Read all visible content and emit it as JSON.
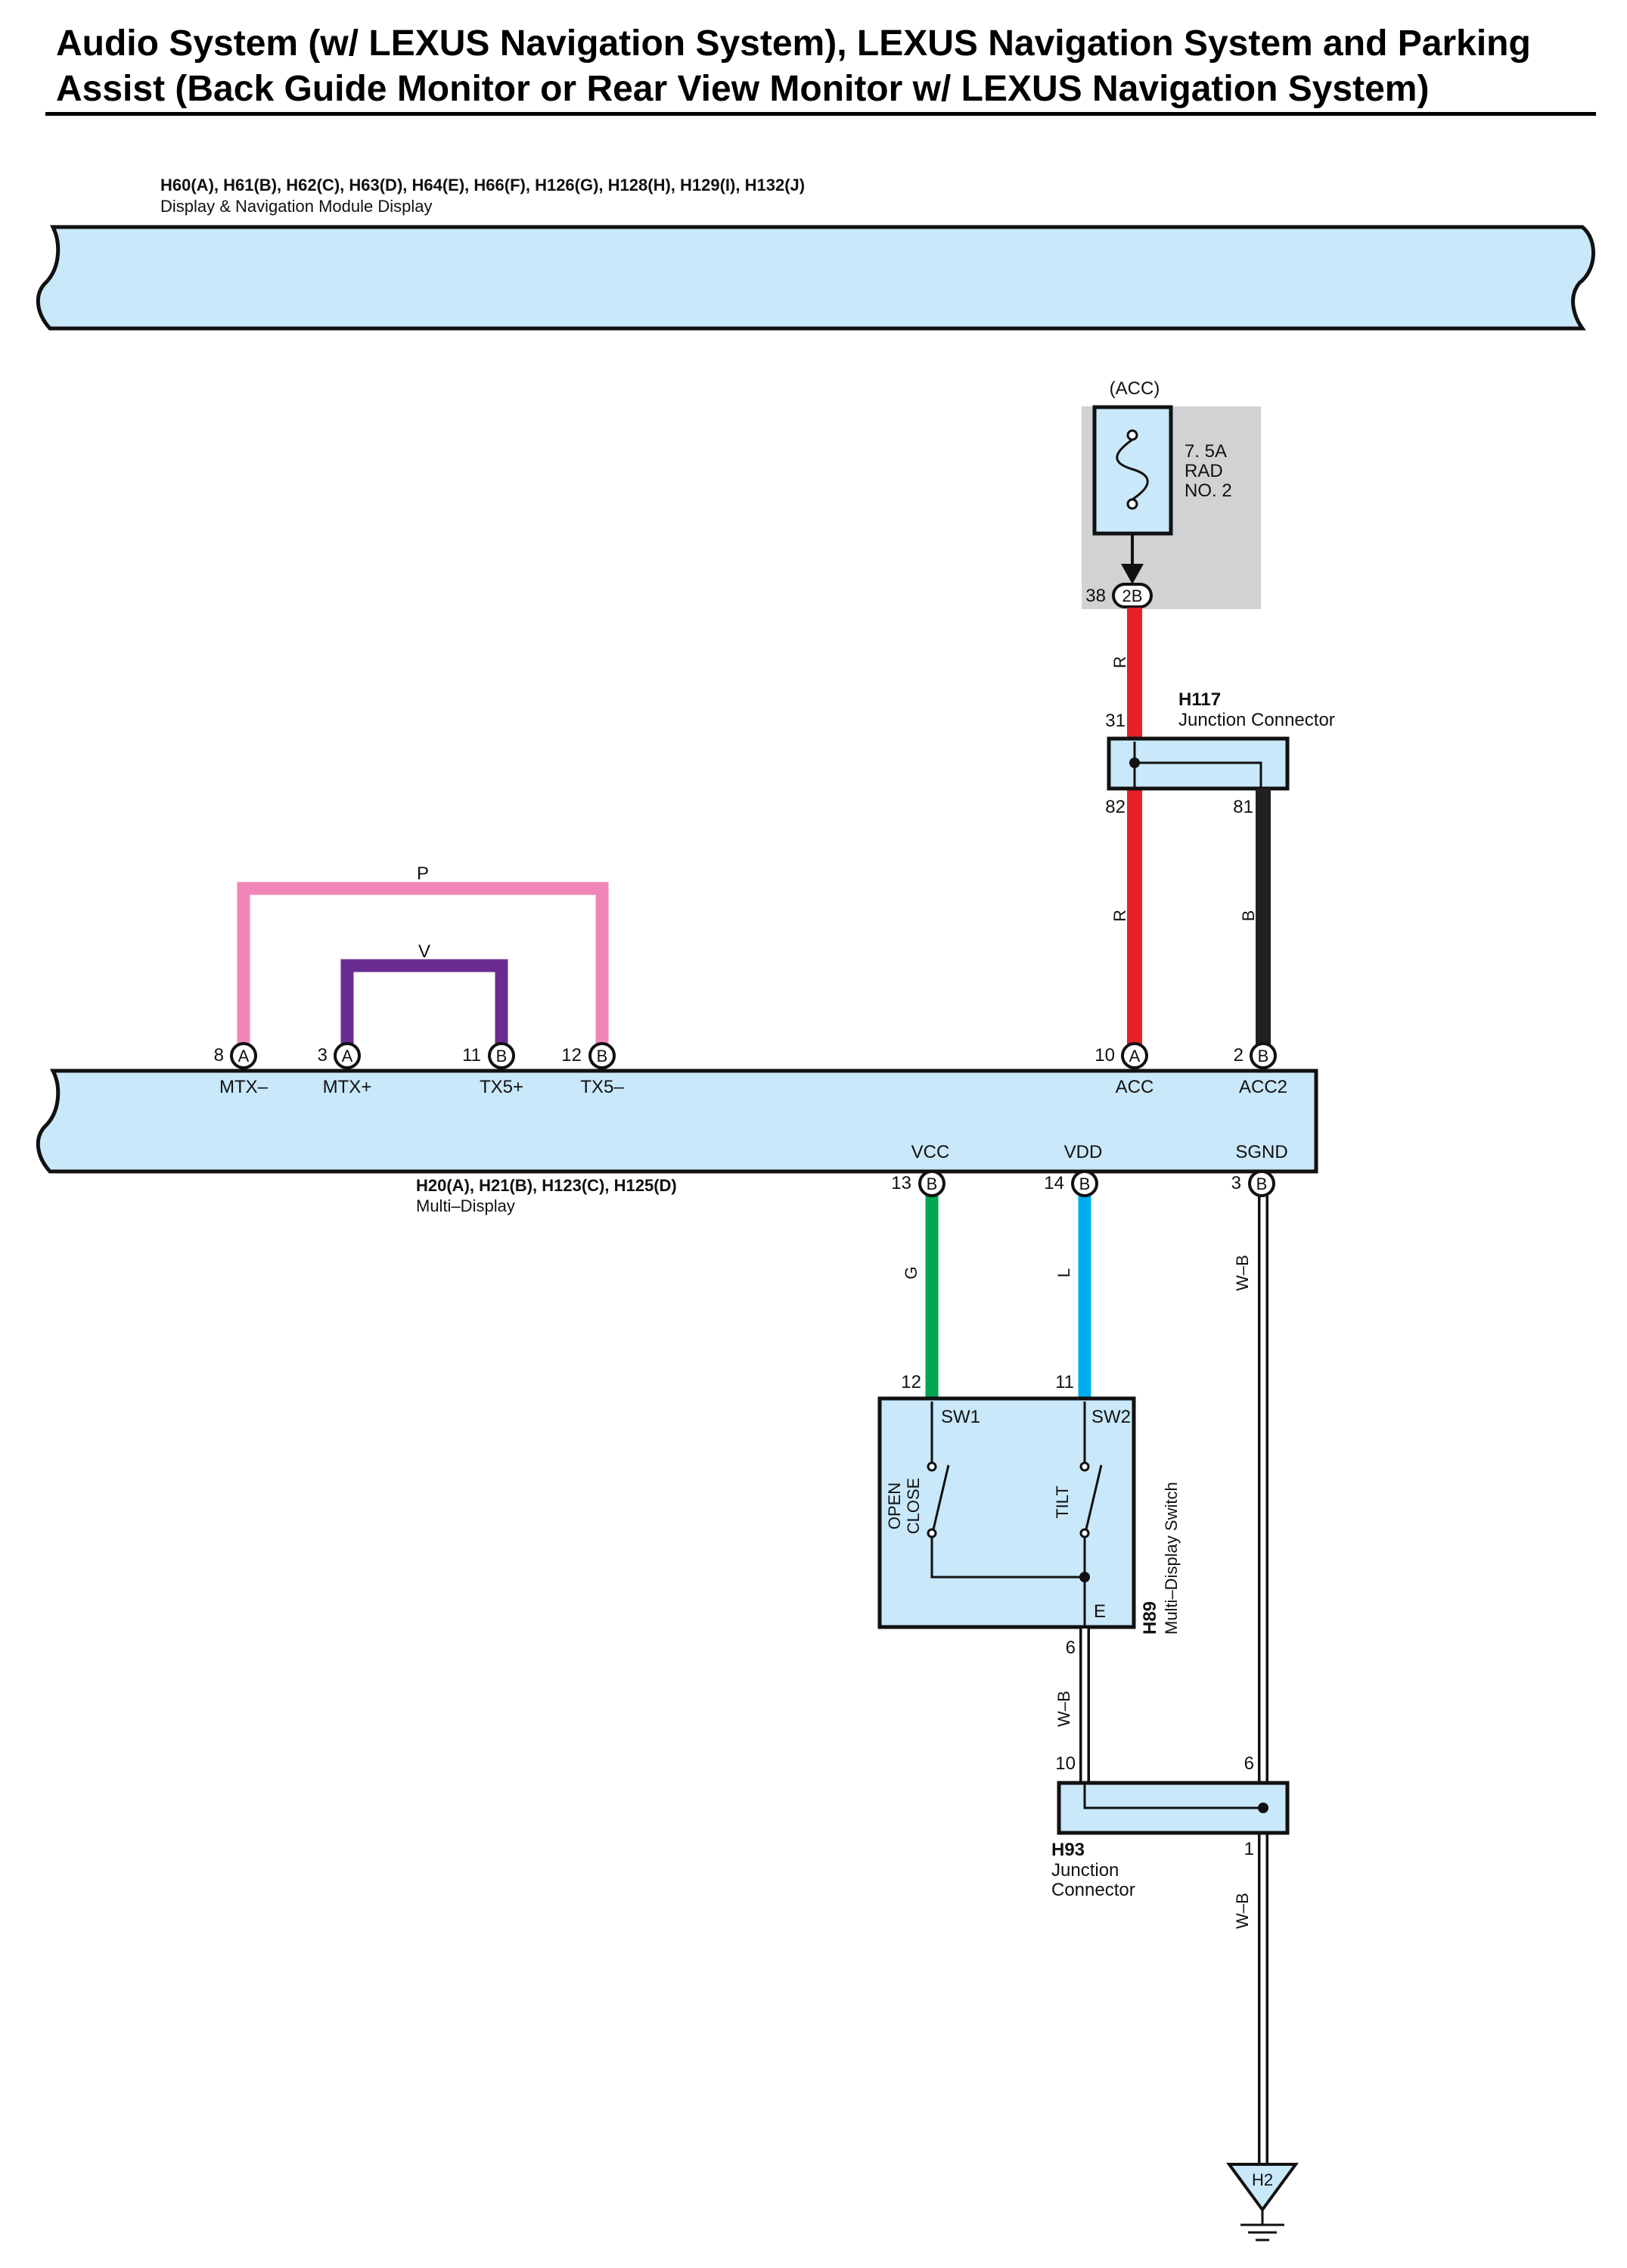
{
  "title": {
    "line1": "Audio System (w/ LEXUS Navigation System), LEXUS Navigation System and Parking",
    "line2": "Assist (Back Guide Monitor or Rear View Monitor w/ LEXUS Navigation System)"
  },
  "colors": {
    "component_fill": "#c9e8f9",
    "fuse_box_fill": "#d1d2d4",
    "wire_R": "#e8202a",
    "wire_B": "#231f20",
    "wire_P": "#ef86b7",
    "wire_V": "#6a2c91",
    "wire_G": "#00a651",
    "wire_L": "#00aeef",
    "wire_WB": "#ffffff"
  },
  "components": {
    "display_module": {
      "connectors": "H60(A), H61(B), H62(C), H63(D), H64(E), H66(F), H126(G), H128(H), H129(I), H132(J)",
      "name": "Display & Navigation Module Display"
    },
    "fuse": {
      "power": "(ACC)",
      "rating": "7. 5A",
      "name1": "RAD",
      "name2": "NO. 2",
      "pin": "38",
      "connector": "2B"
    },
    "h117": {
      "id": "H117",
      "name": "Junction Connector",
      "pin_in": "31",
      "pin_r": "82",
      "pin_b": "81"
    },
    "multi_display": {
      "connectors": "H20(A), H21(B), H123(C), H125(D)",
      "name": "Multi–Display",
      "pins": [
        {
          "num": "8",
          "conn": "A",
          "label": "MTX–"
        },
        {
          "num": "3",
          "conn": "A",
          "label": "MTX+"
        },
        {
          "num": "11",
          "conn": "B",
          "label": "TX5+"
        },
        {
          "num": "12",
          "conn": "B",
          "label": "TX5–"
        },
        {
          "num": "10",
          "conn": "A",
          "label": "ACC"
        },
        {
          "num": "2",
          "conn": "B",
          "label": "ACC2"
        },
        {
          "num": "13",
          "conn": "B",
          "label": "VCC"
        },
        {
          "num": "14",
          "conn": "B",
          "label": "VDD"
        },
        {
          "num": "3",
          "conn": "B",
          "label": "SGND"
        }
      ]
    },
    "h89": {
      "id": "H89",
      "name": "Multi–Display Switch",
      "sw1": "SW1",
      "sw2": "SW2",
      "e": "E",
      "sw1_func1": "OPEN",
      "sw1_func2": "CLOSE",
      "sw2_func": "TILT",
      "pin_sw1": "12",
      "pin_sw2": "11",
      "pin_e": "6"
    },
    "h93": {
      "id": "H93",
      "name1": "Junction",
      "name2": "Connector",
      "pin_left": "10",
      "pin_right": "6",
      "pin_out": "1"
    },
    "ground": {
      "id": "H2"
    }
  },
  "wires": {
    "p": "P",
    "v": "V",
    "r1": "R",
    "r2": "R",
    "b": "B",
    "g": "G",
    "l": "L",
    "wb1": "W–B",
    "wb2": "W–B",
    "wb3": "W–B"
  }
}
